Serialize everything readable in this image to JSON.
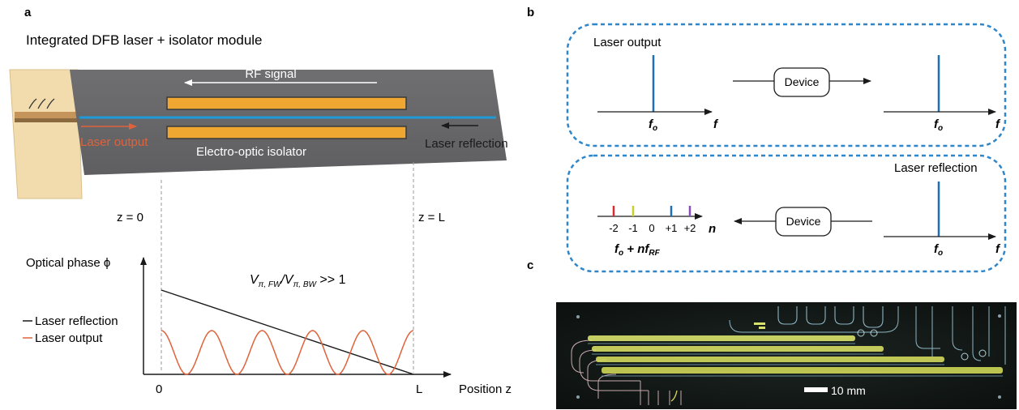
{
  "panels": {
    "a": {
      "letter": "a",
      "title": "Integrated DFB laser + isolator module",
      "rf_signal": "RF signal",
      "laser_output": "Laser output",
      "isolator": "Electro-optic isolator",
      "laser_reflection": "Laser reflection",
      "z0": "z = 0",
      "zL": "z = L",
      "ylabel": "Optical phase ϕ",
      "xlabel": "Position z",
      "tick_origin": "0",
      "tick_end": "L",
      "ratio_V1": "V",
      "ratio_sub1": "π, FW",
      "ratio_V2": "/V",
      "ratio_sub2": "π, BW",
      "ratio_rel": " >> 1",
      "legend": [
        "Laser reflection",
        "Laser output"
      ],
      "colors": {
        "reflection": "#1a1a1a",
        "output": "#e0623a",
        "waveguide": "#1f9ad6",
        "electrode": "#f0a732",
        "chip": "#6b6b6d",
        "mount": "#f2dcae"
      }
    },
    "b": {
      "letter": "b",
      "top": {
        "label": "Laser output",
        "device": "Device",
        "f0": "f",
        "f0_sub": "o",
        "f_axis": "f"
      },
      "bottom": {
        "label": "Laser reflection",
        "device": "Device",
        "n_ticks": [
          "-2",
          "-1",
          "0",
          "+1",
          "+2"
        ],
        "n_axis": "n",
        "sideband": "f",
        "sideband_sub": "o",
        "sideband_mid": " + nf",
        "sideband_sub2": "RF",
        "f0": "f",
        "f0_sub": "o",
        "f_axis": "f"
      },
      "sideband_colors": [
        "#d62a34",
        "#c9cf2a",
        "#1f6fb4",
        "#8a4db8"
      ],
      "frame_color": "#2f86c9"
    },
    "c": {
      "letter": "c",
      "scale_bar": "10 mm"
    }
  }
}
